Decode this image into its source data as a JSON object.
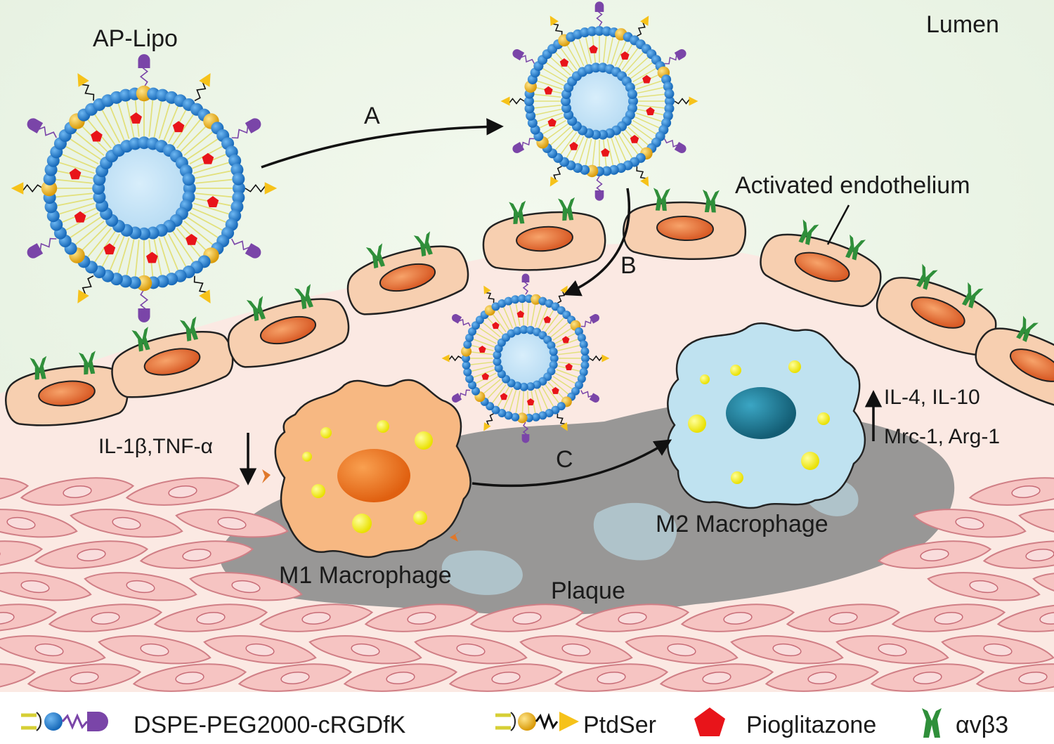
{
  "labels": {
    "lumen": "Lumen",
    "ap_lipo": "AP-Lipo",
    "step_a": "A",
    "step_b": "B",
    "step_c": "C",
    "activated_endothelium": "Activated endothelium",
    "m1_cytokines": "IL-1β,TNF-α",
    "m2_cytokines": "IL-4, IL-10",
    "m2_markers": "Mrc-1, Arg-1",
    "m1_macrophage": "M1 Macrophage",
    "m2_macrophage": "M2 Macrophage",
    "plaque": "Plaque"
  },
  "legend": {
    "dspe": "DSPE-PEG2000-cRGDfK",
    "ptdser": "PtdSer",
    "pioglitazone": "Pioglitazone",
    "integrin": "αvβ3"
  },
  "colors": {
    "lumen_bg": "#eaf4e8",
    "vessel_wall": "#fbe8e2",
    "endothelial_cell": "#f7cfb0",
    "nucleus": "#e8723a",
    "smooth_muscle": "#f6c4c2",
    "plaque": "#8f8f8f",
    "m1_macrophage": "#f7b882",
    "m2_macrophage": "#bfe2f0",
    "m2_nucleus": "#1f7c98",
    "lipid_head": "#2e8bd8",
    "lipid_tail": "#e2e07a",
    "core": "#c9e6f8",
    "pioglitazone": "#e8141a",
    "peg_rgd": "#7a45a8",
    "ptdser": "#f6c21a",
    "integrin": "#2f8f3a",
    "droplet": "#f6f11a"
  }
}
